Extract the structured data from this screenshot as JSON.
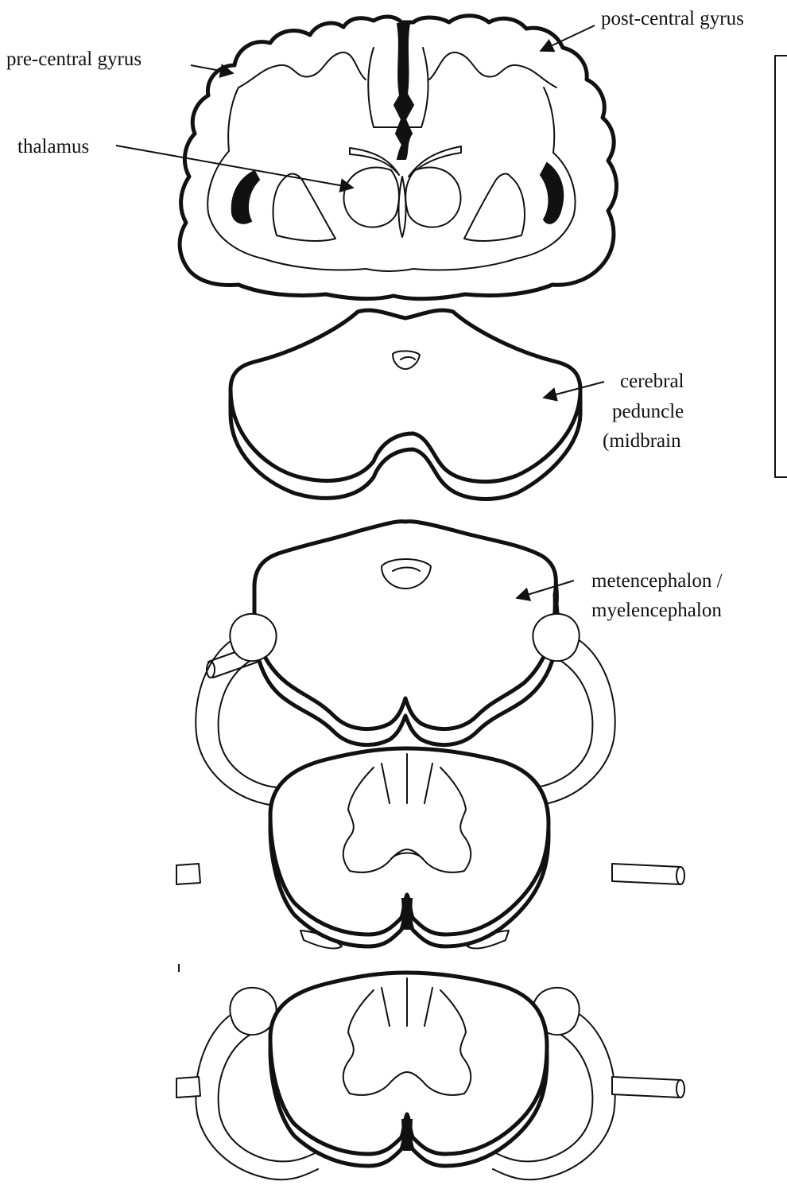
{
  "labels": {
    "pre_central_gyrus": "pre-central gyrus",
    "post_central_gyrus": "post-central gyrus",
    "thalamus": "thalamus",
    "cerebral_peduncle_line1": "cerebral",
    "cerebral_peduncle_line2": "peduncle",
    "cerebral_peduncle_line3": "(midbrain",
    "metencephalon_line1": "metencephalon /",
    "metencephalon_line2": "myelencephalon"
  },
  "colors": {
    "line": "#111111",
    "background": "#ffffff"
  }
}
